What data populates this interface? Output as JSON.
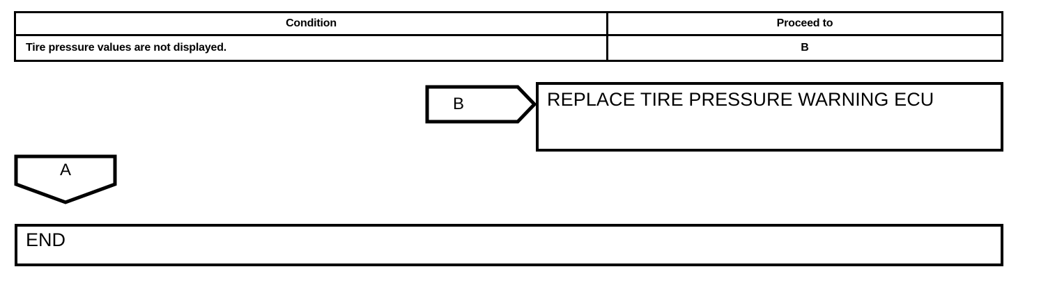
{
  "table": {
    "columns": [
      "Condition",
      "Proceed to"
    ],
    "rows": [
      {
        "condition": "Tire pressure values are not displayed.",
        "proceed_to": "B"
      }
    ]
  },
  "flow": {
    "connector_b": {
      "label": "B",
      "shape": "right-pointing-pennant"
    },
    "action": {
      "label": "REPLACE TIRE PRESSURE WARNING ECU"
    },
    "connector_a": {
      "label": "A",
      "shape": "down-pointing-pennant"
    },
    "end": {
      "label": "END"
    }
  },
  "colors": {
    "stroke": "#000000",
    "background": "#ffffff",
    "text": "#000000"
  }
}
